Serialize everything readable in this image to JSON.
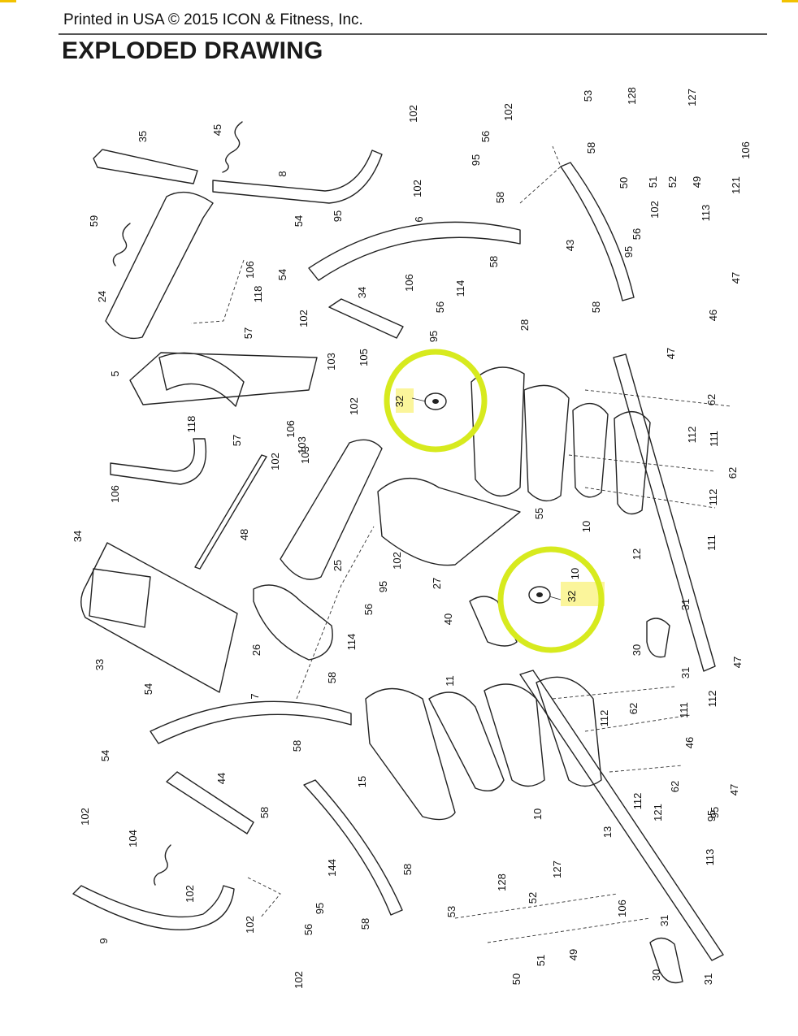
{
  "header": {
    "printed": "Printed in USA © 2015 ICON & Fitness, Inc.",
    "title": "EXPLODED DRAWING"
  },
  "colors": {
    "highlight_circle": "#d7ea1e",
    "highlight_fill": "#fbf59b",
    "corner_accent": "#f2c200",
    "line": "#222222"
  },
  "highlighted_part": "32",
  "part_labels": [
    {
      "text": "102"
    },
    {
      "text": "102"
    },
    {
      "text": "53"
    },
    {
      "text": "128"
    },
    {
      "text": "127"
    },
    {
      "text": "106"
    },
    {
      "text": "35"
    },
    {
      "text": "45"
    },
    {
      "text": "8"
    },
    {
      "text": "56"
    },
    {
      "text": "95"
    },
    {
      "text": "58"
    },
    {
      "text": "50"
    },
    {
      "text": "51"
    },
    {
      "text": "52"
    },
    {
      "text": "49"
    },
    {
      "text": "121"
    },
    {
      "text": "113"
    },
    {
      "text": "59"
    },
    {
      "text": "102"
    },
    {
      "text": "95"
    },
    {
      "text": "6"
    },
    {
      "text": "58"
    },
    {
      "text": "43"
    },
    {
      "text": "102"
    },
    {
      "text": "56"
    },
    {
      "text": "95"
    },
    {
      "text": "47"
    },
    {
      "text": "54"
    },
    {
      "text": "24"
    },
    {
      "text": "106"
    },
    {
      "text": "114"
    },
    {
      "text": "106"
    },
    {
      "text": "34"
    },
    {
      "text": "58"
    },
    {
      "text": "56"
    },
    {
      "text": "95"
    },
    {
      "text": "28"
    },
    {
      "text": "58"
    },
    {
      "text": "46"
    },
    {
      "text": "47"
    },
    {
      "text": "118"
    },
    {
      "text": "54"
    },
    {
      "text": "102"
    },
    {
      "text": "57"
    },
    {
      "text": "103"
    },
    {
      "text": "105"
    },
    {
      "text": "5"
    },
    {
      "text": "103"
    },
    {
      "text": "102"
    },
    {
      "text": "62"
    },
    {
      "text": "32"
    },
    {
      "text": "112"
    },
    {
      "text": "111"
    },
    {
      "text": "118"
    },
    {
      "text": "57"
    },
    {
      "text": "106"
    },
    {
      "text": "102"
    },
    {
      "text": "103"
    },
    {
      "text": "62"
    },
    {
      "text": "112"
    },
    {
      "text": "55"
    },
    {
      "text": "10"
    },
    {
      "text": "111"
    },
    {
      "text": "106"
    },
    {
      "text": "34"
    },
    {
      "text": "48"
    },
    {
      "text": "25"
    },
    {
      "text": "12"
    },
    {
      "text": "102"
    },
    {
      "text": "95"
    },
    {
      "text": "27"
    },
    {
      "text": "10"
    },
    {
      "text": "32"
    },
    {
      "text": "56"
    },
    {
      "text": "40"
    },
    {
      "text": "31"
    },
    {
      "text": "33"
    },
    {
      "text": "26"
    },
    {
      "text": "114"
    },
    {
      "text": "30"
    },
    {
      "text": "31"
    },
    {
      "text": "58"
    },
    {
      "text": "47"
    },
    {
      "text": "11"
    },
    {
      "text": "54"
    },
    {
      "text": "7"
    },
    {
      "text": "62"
    },
    {
      "text": "111"
    },
    {
      "text": "112"
    },
    {
      "text": "112"
    },
    {
      "text": "58"
    },
    {
      "text": "54"
    },
    {
      "text": "15"
    },
    {
      "text": "46"
    },
    {
      "text": "44"
    },
    {
      "text": "62"
    },
    {
      "text": "95"
    },
    {
      "text": "10"
    },
    {
      "text": "112"
    },
    {
      "text": "47"
    },
    {
      "text": "102"
    },
    {
      "text": "58"
    },
    {
      "text": "13"
    },
    {
      "text": "121"
    },
    {
      "text": "95"
    },
    {
      "text": "113"
    },
    {
      "text": "104"
    },
    {
      "text": "144"
    },
    {
      "text": "58"
    },
    {
      "text": "102"
    },
    {
      "text": "102"
    },
    {
      "text": "95"
    },
    {
      "text": "128"
    },
    {
      "text": "127"
    },
    {
      "text": "53"
    },
    {
      "text": "52"
    },
    {
      "text": "106"
    },
    {
      "text": "9"
    },
    {
      "text": "56"
    },
    {
      "text": "58"
    },
    {
      "text": "31"
    },
    {
      "text": "102"
    },
    {
      "text": "50"
    },
    {
      "text": "51"
    },
    {
      "text": "49"
    },
    {
      "text": "30"
    },
    {
      "text": "31"
    }
  ]
}
